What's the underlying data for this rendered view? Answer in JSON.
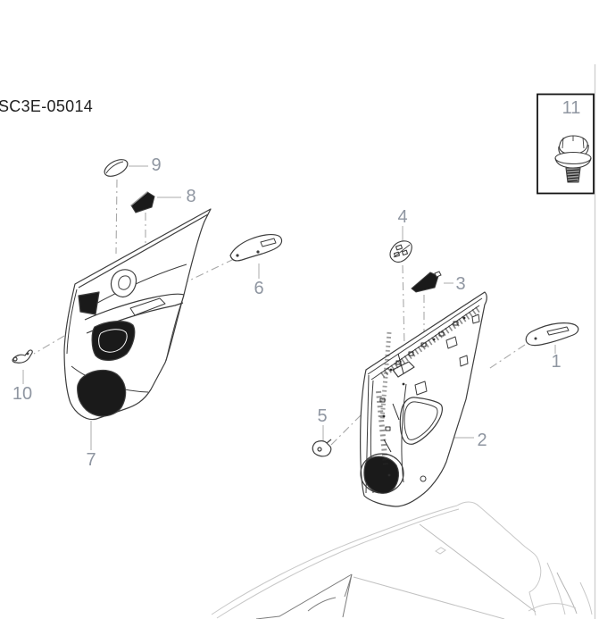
{
  "doc_code": "SC3E-05014",
  "callouts": [
    {
      "label": "1"
    },
    {
      "label": "2"
    },
    {
      "label": "3"
    },
    {
      "label": "4"
    },
    {
      "label": "5"
    },
    {
      "label": "6"
    },
    {
      "label": "7"
    },
    {
      "label": "8"
    },
    {
      "label": "9"
    },
    {
      "label": "10"
    },
    {
      "label": "11"
    }
  ],
  "colors": {
    "background": "#ffffff",
    "line_art_ink": "#3d3d3d",
    "dark_fill": "#1a1a1a",
    "callout_text": "#8f96a1",
    "leader_line": "#c7c7c7",
    "dash_dot_line": "#a8a8a8",
    "body_sketch_line": "#c8c8c8",
    "body_sketch_dark_line": "#7d7d7d",
    "bolt_box_border": "#141414",
    "page_edge_line": "#cfcfcf",
    "doc_code_text": "#1f1f1f"
  }
}
